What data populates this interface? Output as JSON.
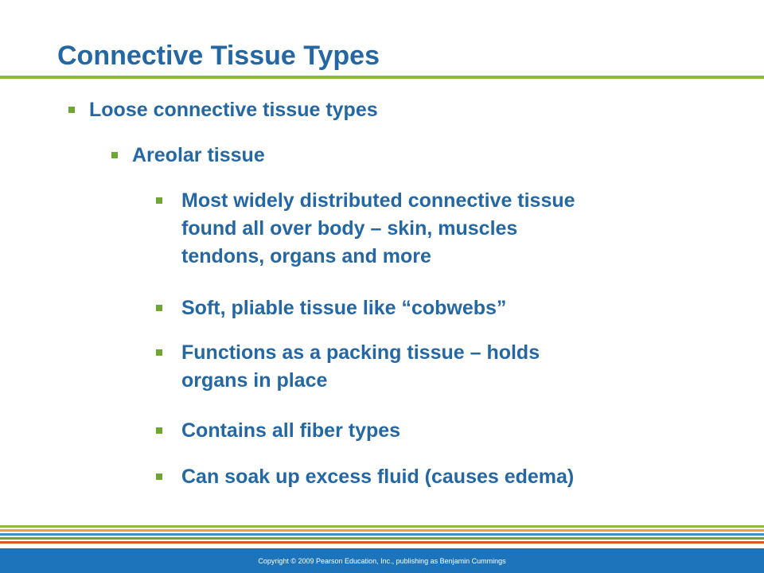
{
  "slide": {
    "title": "Connective Tissue Types",
    "bullets": [
      "Loose connective tissue types",
      "Areolar tissue",
      [
        "Most widely distributed connective tissue",
        "found all over body – skin, muscles",
        "tendons, organs and more"
      ],
      "Soft, pliable tissue like “cobwebs”",
      [
        "Functions as a packing tissue – holds",
        "organs in place"
      ],
      "Contains all fiber types",
      "Can soak up excess fluid (causes edema)"
    ],
    "footer": {
      "copyright": "Copyright © 2009 Pearson Education, Inc., publishing as Benjamin Cummings"
    }
  },
  "colors": {
    "title": "#2467a3",
    "title_rule": "#8dba3f",
    "bullet_marker": "#6ea535",
    "footer_bar": "#1d74ba",
    "stripes": [
      "#8dba3f",
      "#e8a13a",
      "#3f8ec9",
      "#6ea535",
      "#d9572b"
    ]
  }
}
